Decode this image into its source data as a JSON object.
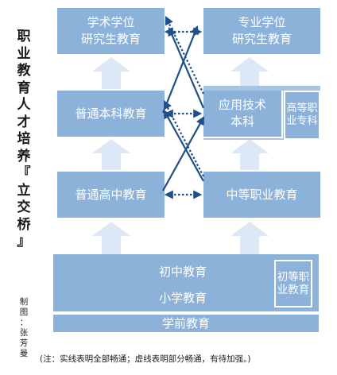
{
  "title": "职业教育人才培养『立交桥』",
  "credit": "制图：张芳曼",
  "note": "(注：实线表明全部畅通；虚线表明部分畅通，有待加强。)",
  "boxes": {
    "academic_grad_line1": "学术学位",
    "academic_grad_line2": "研究生教育",
    "professional_grad_line1": "专业学位",
    "professional_grad_line2": "研究生教育",
    "general_undergrad": "普通本科教育",
    "applied_tech_line1": "应用技术",
    "applied_tech_line2": "本科",
    "higher_vocational_line1": "高等",
    "higher_vocational_line2": "职业",
    "higher_vocational_line3": "专科",
    "general_high_school": "普通高中教育",
    "secondary_vocational": "中等职业教育",
    "junior_high": "初中教育",
    "primary": "小学教育",
    "junior_vocational_line1": "初等",
    "junior_vocational_line2": "职业",
    "junior_vocational_line3": "教育",
    "preschool": "学前教育"
  },
  "colors": {
    "box": "#8db2d9",
    "light_box": "#a8c4e3",
    "arrow": "#dce8f5",
    "line": "#1f4f88"
  }
}
